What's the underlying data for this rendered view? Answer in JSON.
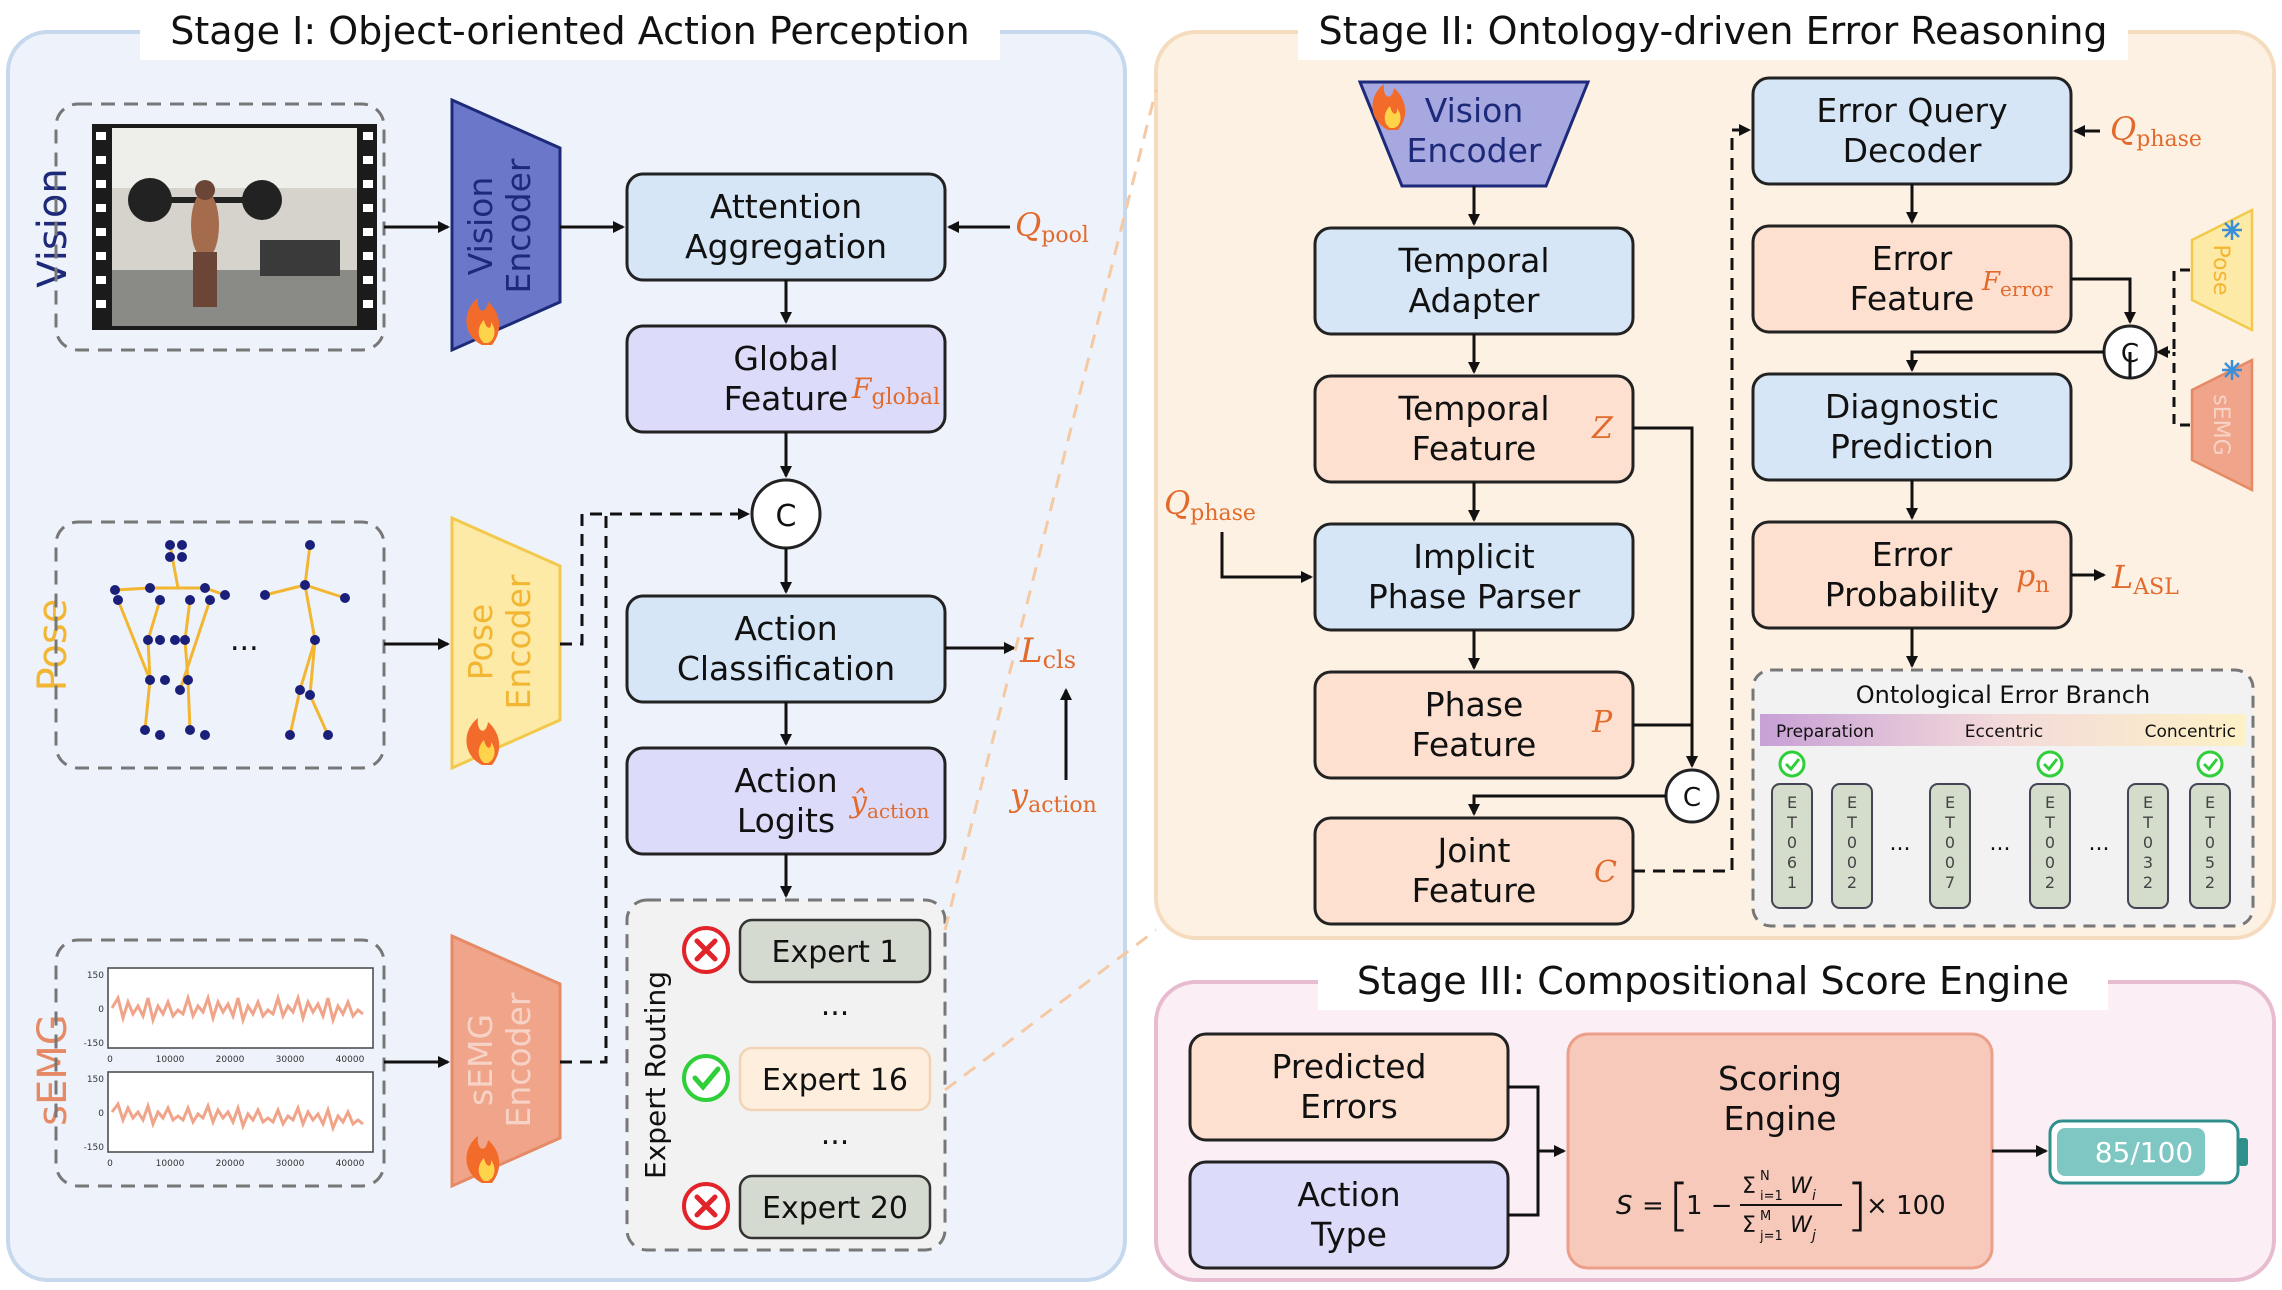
{
  "stage1": {
    "title": "Stage I: Object-oriented Action Perception",
    "vision_label": "Vision",
    "pose_label": "Pose",
    "semg_label": "sEMG",
    "vision_encoder": [
      "Vision",
      "Encoder"
    ],
    "pose_encoder": [
      "Pose",
      "Encoder"
    ],
    "semg_encoder": [
      "sEMG",
      "Encoder"
    ],
    "attention_aggregation": [
      "Attention",
      "Aggregation"
    ],
    "global_feature": [
      "Global",
      "Feature"
    ],
    "action_classification": [
      "Action",
      "Classification"
    ],
    "action_logits": [
      "Action",
      "Logits"
    ],
    "concat_symbol": "C",
    "q_pool": "Q",
    "q_pool_sub": "pool",
    "f_global": "F",
    "f_global_sub": "global",
    "loss_cls": "L",
    "loss_cls_sub": "cls",
    "y_hat_action": "ŷ",
    "y_hat_action_sub": "action",
    "y_action": "y",
    "y_action_sub": "action",
    "expert_routing": "Expert Routing",
    "experts": [
      "Expert 1",
      "...",
      "Expert 16",
      "...",
      "Expert 20"
    ],
    "semg_plot_yticks": [
      "150",
      "0",
      "-150"
    ],
    "semg_plot_xticks": [
      "0",
      "10000",
      "20000",
      "30000",
      "40000"
    ],
    "pose_ellipsis": "..."
  },
  "stage2": {
    "title": "Stage II: Ontology-driven Error Reasoning",
    "vision_encoder": [
      "Vision",
      "Encoder"
    ],
    "temporal_adapter": [
      "Temporal",
      "Adapter"
    ],
    "temporal_feature": [
      "Temporal",
      "Feature"
    ],
    "implicit_phase_parser": [
      "Implicit",
      "Phase Parser"
    ],
    "phase_feature": [
      "Phase",
      "Feature"
    ],
    "joint_feature": [
      "Joint",
      "Feature"
    ],
    "error_query_decoder": [
      "Error Query",
      "Decoder"
    ],
    "error_feature": [
      "Error",
      "Feature"
    ],
    "diagnostic_prediction": [
      "Diagnostic",
      "Prediction"
    ],
    "error_probability": [
      "Error",
      "Probability"
    ],
    "q_phase_left": "Q",
    "q_phase_right": "Q",
    "q_phase_sub": "phase",
    "z_symbol": "Z",
    "p_symbol": "P",
    "c_symbol": "C",
    "f_error": "F",
    "f_error_sub": "error",
    "p_n": "p",
    "p_n_sub": "n",
    "loss_asl": "L",
    "loss_asl_sub": "ASL",
    "pose_side": "Pose",
    "semg_side": "sEMG",
    "concat_symbol": "C",
    "ontology_title": "Ontological Error Branch",
    "phases": [
      "Preparation",
      "Eccentric",
      "Concentric"
    ],
    "error_types": [
      "ET061",
      "ET002",
      "ET007",
      "ET002",
      "ET032",
      "ET052"
    ],
    "ellipsis": "..."
  },
  "stage3": {
    "title": "Stage III: Compositional Score Engine",
    "predicted_errors": [
      "Predicted",
      "Errors"
    ],
    "action_type": [
      "Action",
      "Type"
    ],
    "scoring_engine": [
      "Scoring",
      "Engine"
    ],
    "score": "85/100",
    "score_value": 0.85
  },
  "colors": {
    "stage1_bg": "#eef3fb",
    "stage2_bg": "#fdf1e4",
    "stage3_bg": "#fbeef4",
    "blue_box": "#d7e6f6",
    "purple_box": "#dcdcfa",
    "orange_box": "#fde0d0",
    "accent": "#e26a2c",
    "navy": "#1d2a7a",
    "pose_yellow": "#fdeaa6",
    "semg_salmon": "#f0a48a"
  }
}
